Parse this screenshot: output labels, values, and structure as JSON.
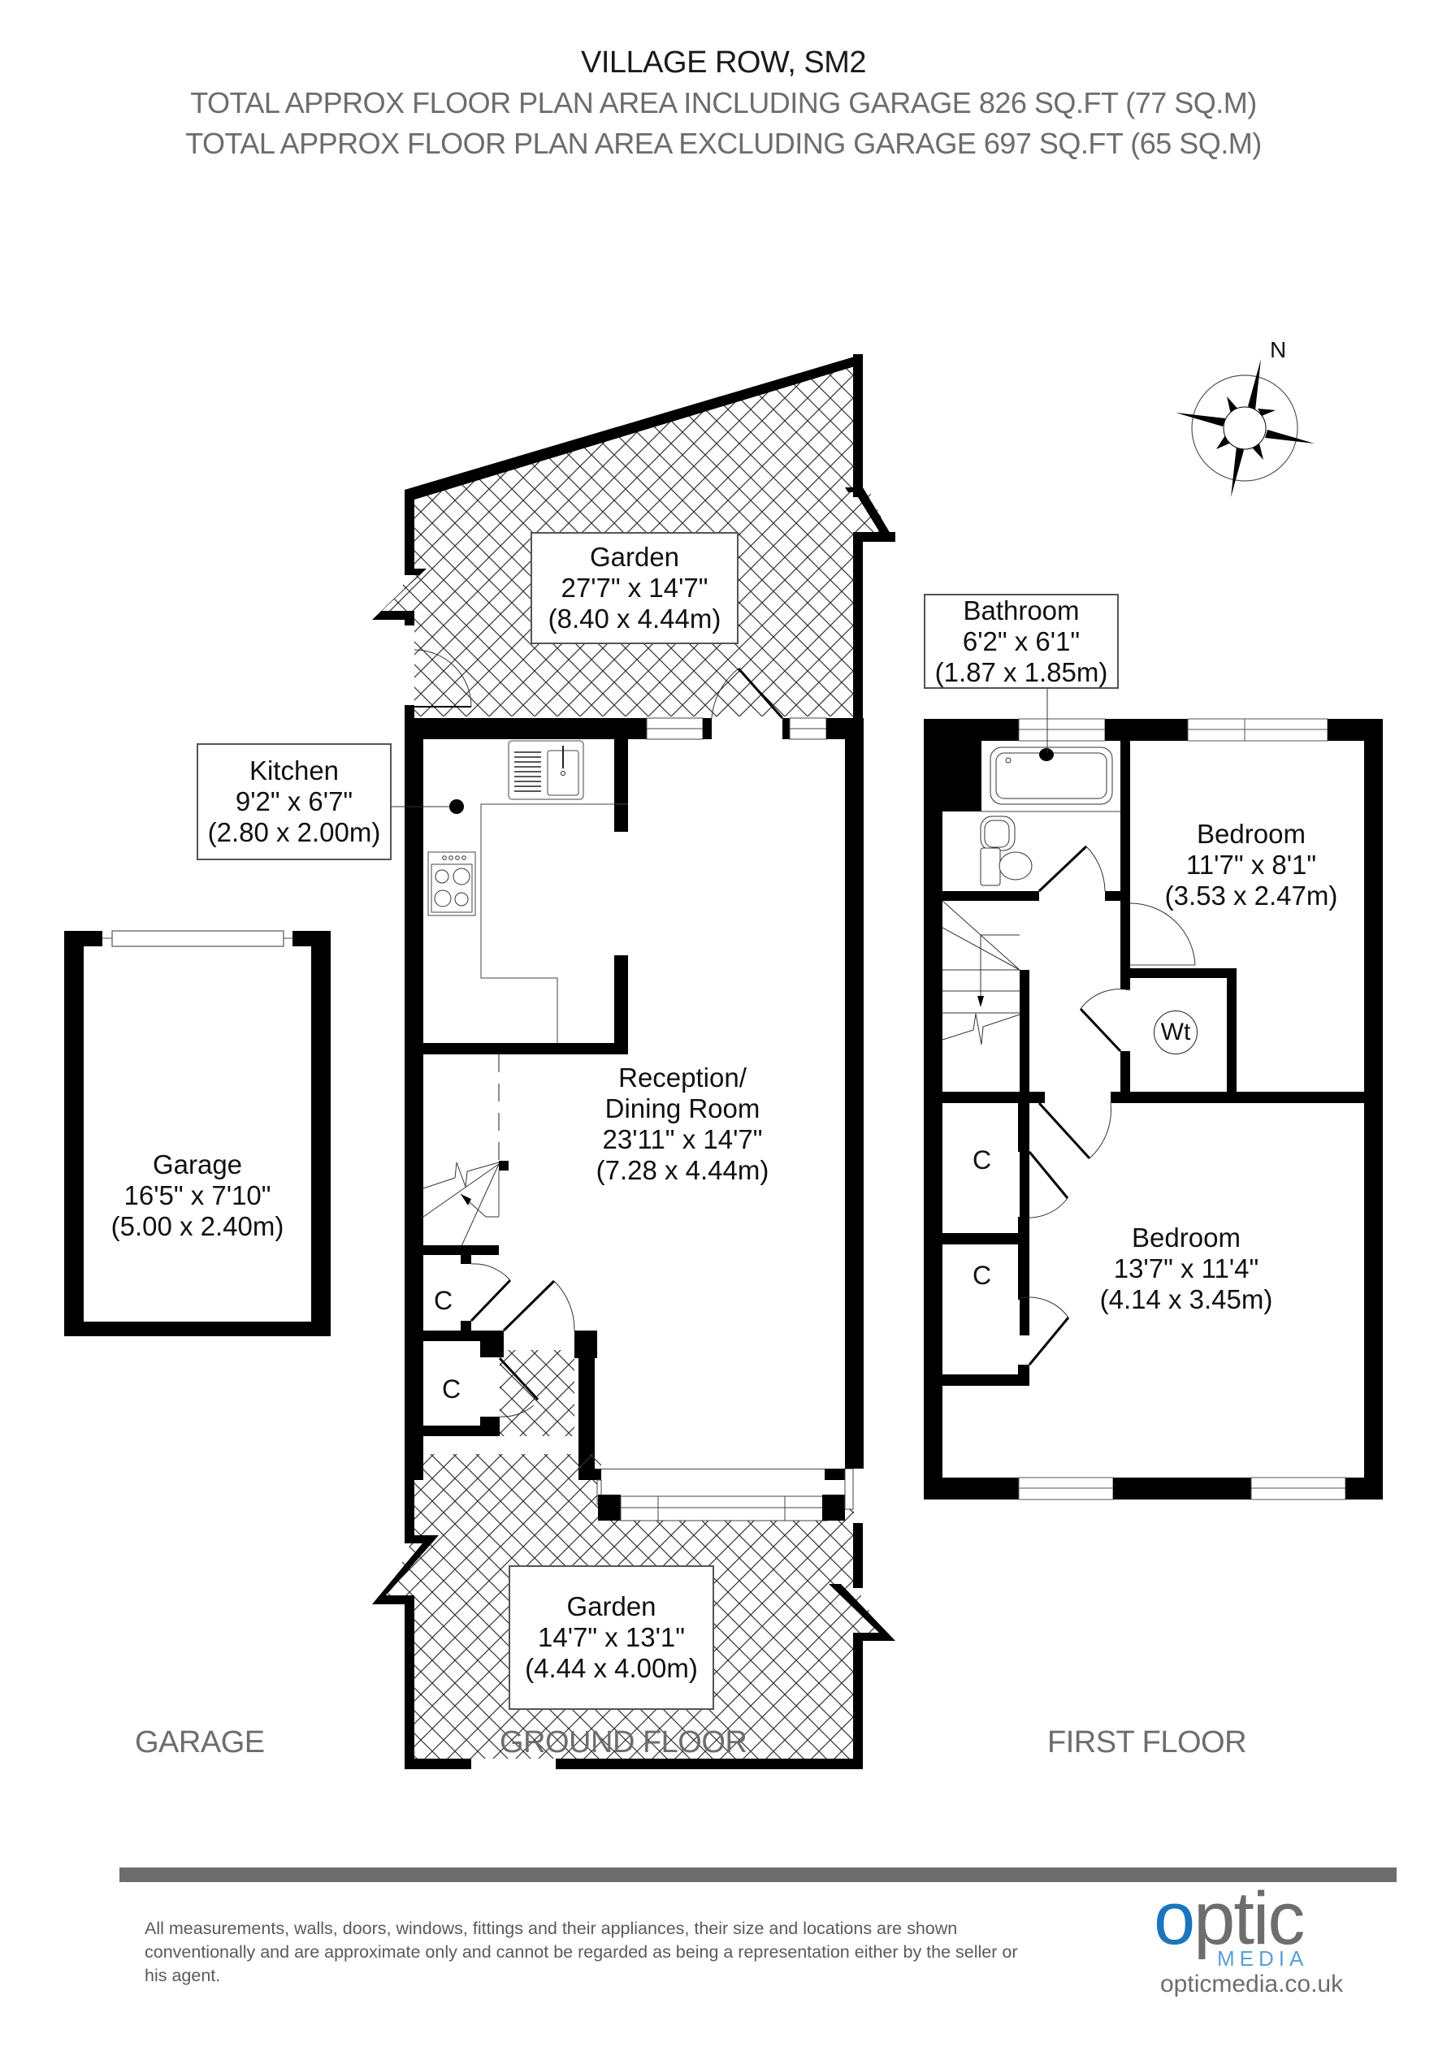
{
  "header": {
    "title": "VILLAGE ROW, SM2",
    "area_including_garage": "TOTAL APPROX FLOOR PLAN AREA INCLUDING GARAGE 826 SQ.FT (77 SQ.M)",
    "area_excluding_garage": "TOTAL APPROX FLOOR PLAN AREA EXCLUDING GARAGE 697 SQ.FT (65 SQ.M)"
  },
  "compass": {
    "label": "N",
    "icon": "compass-rose-icon"
  },
  "rooms": {
    "garden_rear": {
      "name": "Garden",
      "imperial": "27'7\" x 14'7\"",
      "metric": "(8.40 x 4.44m)"
    },
    "kitchen": {
      "name": "Kitchen",
      "imperial": "9'2\" x 6'7\"",
      "metric": "(2.80 x 2.00m)"
    },
    "reception": {
      "name1": "Reception/",
      "name2": "Dining Room",
      "imperial": "23'11\" x 14'7\"",
      "metric": "(7.28 x 4.44m)"
    },
    "garden_front": {
      "name": "Garden",
      "imperial": "14'7\" x 13'1\"",
      "metric": "(4.44 x 4.00m)"
    },
    "garage": {
      "name": "Garage",
      "imperial": "16'5\" x 7'10\"",
      "metric": "(5.00 x 2.40m)"
    },
    "bathroom": {
      "name": "Bathroom",
      "imperial": "6'2\" x 6'1\"",
      "metric": "(1.87 x 1.85m)"
    },
    "bedroom1": {
      "name": "Bedroom",
      "imperial": "11'7\" x 8'1\"",
      "metric": "(3.53 x 2.47m)"
    },
    "bedroom2": {
      "name": "Bedroom",
      "imperial": "13'7\" x 11'4\"",
      "metric": "(4.14 x 3.45m)"
    },
    "cupboard_label": "C",
    "water_tank_label": "Wt"
  },
  "sections": {
    "garage": "GARAGE",
    "ground_floor": "GROUND FLOOR",
    "first_floor": "FIRST FLOOR"
  },
  "footer": {
    "disclaimer": "All measurements, walls, doors, windows, fittings and their appliances, their size and locations are shown conventionally and are approximate only and cannot be regarded as being a representation either by the seller or his agent.",
    "logo_o": "o",
    "logo_rest": "ptic",
    "logo_media": "MEDIA",
    "logo_url": "opticmedia.co.uk",
    "colors": {
      "logo_blue": "#1c75bc",
      "logo_gray": "#6d6d6d",
      "bar_gray": "#6d6d6d"
    }
  }
}
